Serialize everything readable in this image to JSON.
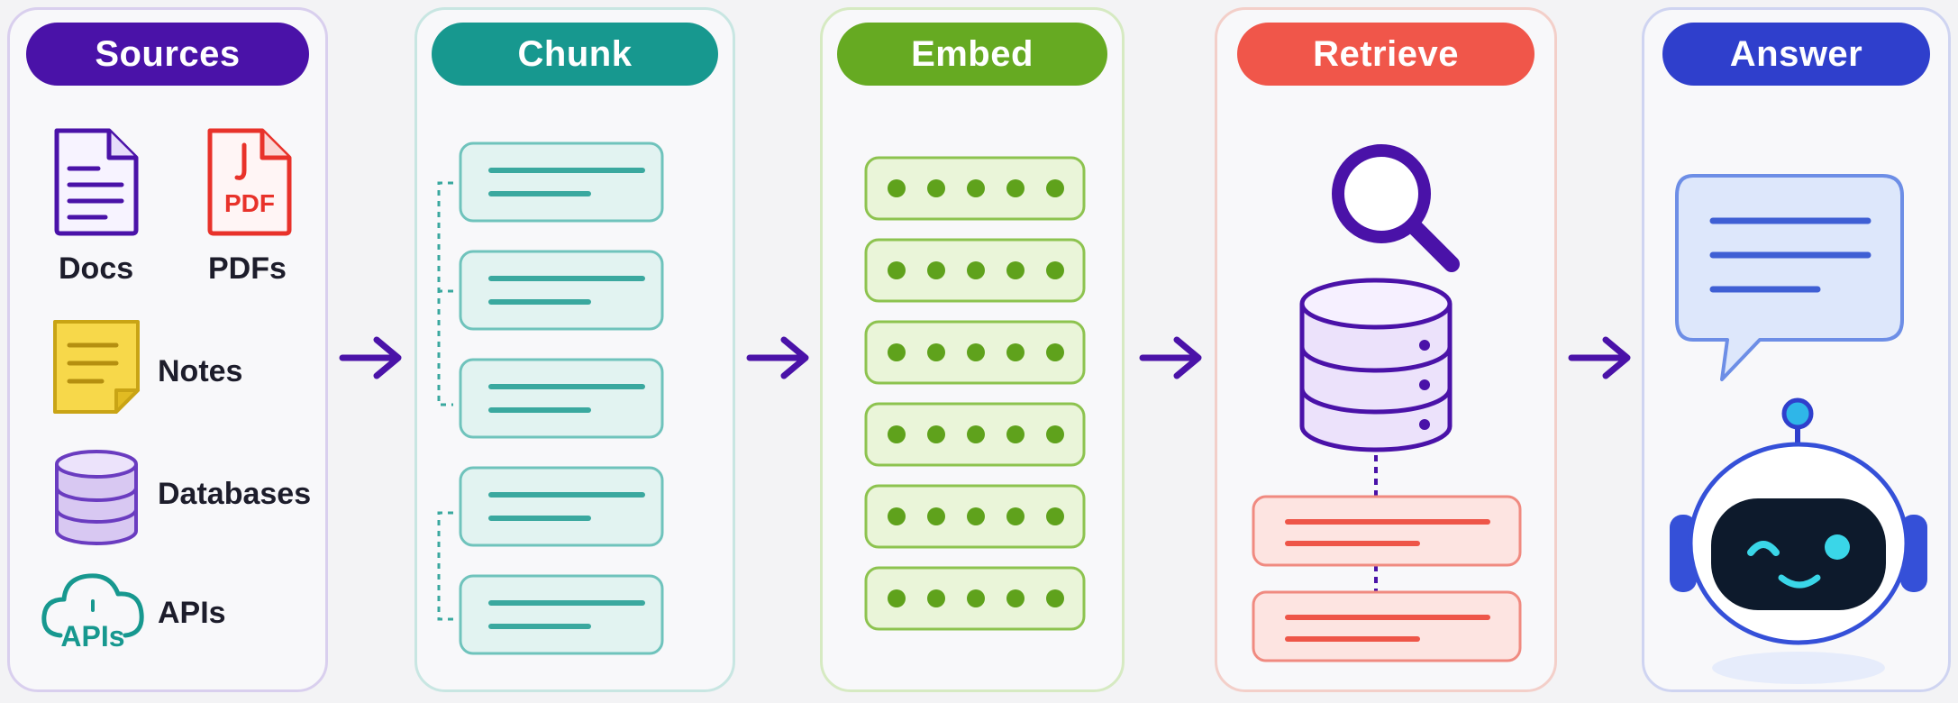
{
  "stages": [
    {
      "title": "Sources",
      "color": "#4a12a8"
    },
    {
      "title": "Chunk",
      "color": "#17988f"
    },
    {
      "title": "Embed",
      "color": "#66aa22"
    },
    {
      "title": "Retrieve",
      "color": "#f0564a"
    },
    {
      "title": "Answer",
      "color": "#2f3fcc"
    }
  ],
  "sources": {
    "docs": "Docs",
    "pdfs": "PDFs",
    "pdf_badge": "PDF",
    "notes": "Notes",
    "databases": "Databases",
    "apis": "APIs",
    "apis_badge": "APIs"
  },
  "icons": {
    "arrow": "right-arrow-icon",
    "docs": "document-icon",
    "pdf": "pdf-icon",
    "notes": "sticky-note-icon",
    "database": "database-icon",
    "apis": "cloud-api-icon",
    "search": "magnifier-icon",
    "bubble": "chat-bubble-icon",
    "robot": "robot-icon"
  }
}
